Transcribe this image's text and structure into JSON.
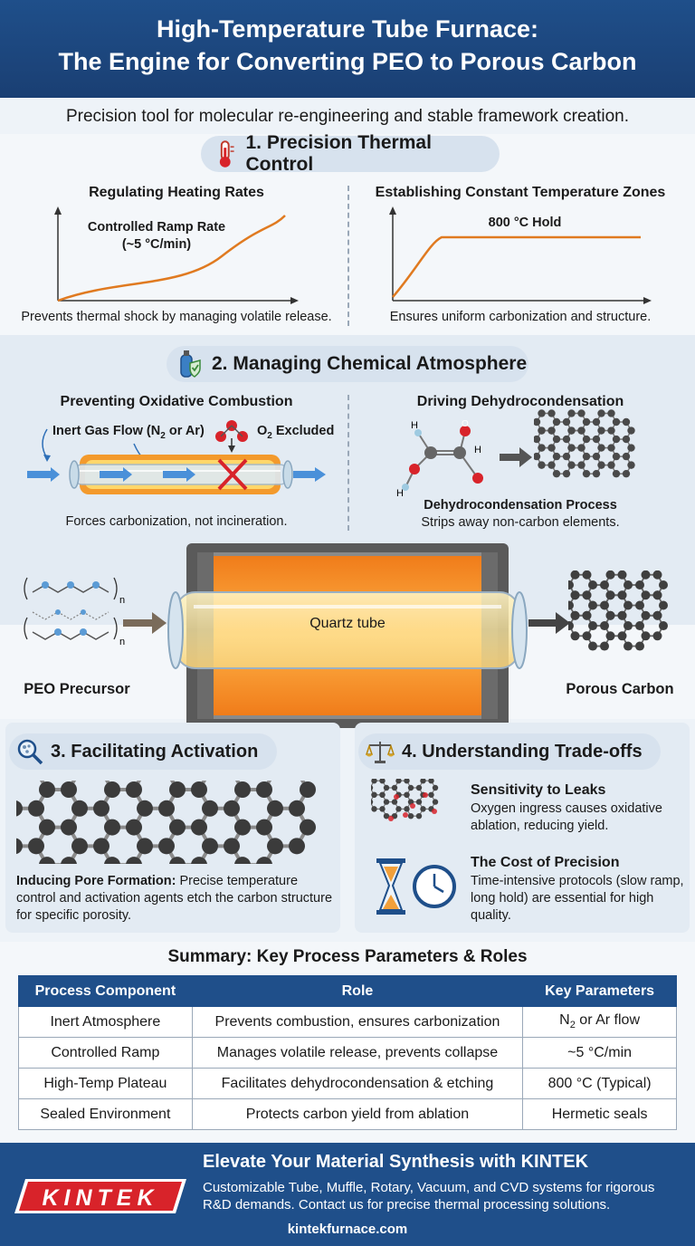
{
  "header": {
    "title_line1": "High-Temperature Tube Furnace:",
    "title_line2": "The Engine for Converting PEO to Porous Carbon"
  },
  "subtitle": "Precision tool for molecular re-engineering and stable framework creation.",
  "section1": {
    "title": "1. Precision Thermal Control",
    "left": {
      "heading": "Regulating Heating Rates",
      "annotation_line1": "Controlled Ramp Rate",
      "annotation_line2": "(~5 °C/min)",
      "caption": "Prevents thermal shock by managing volatile release."
    },
    "right": {
      "heading": "Establishing Constant Temperature Zones",
      "annotation": "800 °C Hold",
      "caption": "Ensures uniform carbonization and structure."
    }
  },
  "section2": {
    "title": "2. Managing Chemical Atmosphere",
    "left": {
      "heading": "Preventing Oxidative Combustion",
      "gas_label_prefix": "Inert Gas Flow (N",
      "gas_label_sub": "2",
      "gas_label_suffix": " or Ar)",
      "o2_label_prefix": "O",
      "o2_label_sub": "2",
      "o2_label_suffix": " Excluded",
      "caption": "Forces carbonization, not incineration."
    },
    "right": {
      "heading": "Driving Dehydrocondensation",
      "process_label": "Dehydrocondensation Process",
      "caption": "Strips away non-carbon elements.",
      "atom_h": "H",
      "atom_o": "O"
    }
  },
  "furnace": {
    "tube_label": "Quartz tube",
    "input_label": "PEO Precursor",
    "output_label": "Porous Carbon",
    "repeat_n": "n"
  },
  "section3": {
    "title": "3. Facilitating Activation",
    "bold_lead": "Inducing Pore Formation:",
    "text": " Precise temperature control and activation agents etch the carbon structure for specific porosity."
  },
  "section4": {
    "title": "4. Understanding Trade-offs",
    "item1_title": "Sensitivity to Leaks",
    "item1_text": "Oxygen ingress causes oxidative ablation, reducing yield.",
    "item2_title": "The Cost of Precision",
    "item2_text": "Time-intensive protocols (slow ramp, long hold) are essential for high quality."
  },
  "summary": {
    "title": "Summary: Key Process Parameters & Roles",
    "headers": [
      "Process Component",
      "Role",
      "Key Parameters"
    ],
    "rows": [
      {
        "component": "Inert Atmosphere",
        "role": "Prevents combustion, ensures carbonization",
        "param_prefix": "N",
        "param_sub": "2",
        "param_suffix": " or Ar flow"
      },
      {
        "component": "Controlled Ramp",
        "role": "Manages volatile release, prevents collapse",
        "param_prefix": "~5 °C/min",
        "param_sub": "",
        "param_suffix": ""
      },
      {
        "component": "High-Temp Plateau",
        "role": "Facilitates dehydrocondensation & etching",
        "param_prefix": "800 °C (Typical)",
        "param_sub": "",
        "param_suffix": ""
      },
      {
        "component": "Sealed Environment",
        "role": "Protects carbon yield from ablation",
        "param_prefix": "Hermetic seals",
        "param_sub": "",
        "param_suffix": ""
      }
    ]
  },
  "footer": {
    "logo_text": "KINTEK",
    "headline": "Elevate Your Material Synthesis with KINTEK",
    "text_line1": "Customizable Tube, Muffle, Rotary, Vacuum, and CVD systems for rigorous",
    "text_line2": "R&D demands. Contact us for precise thermal processing solutions.",
    "url": "kintekfurnace.com"
  },
  "colors": {
    "brand_blue": "#1f4f8a",
    "accent_orange": "#e07a20",
    "logo_red": "#d8232a"
  }
}
